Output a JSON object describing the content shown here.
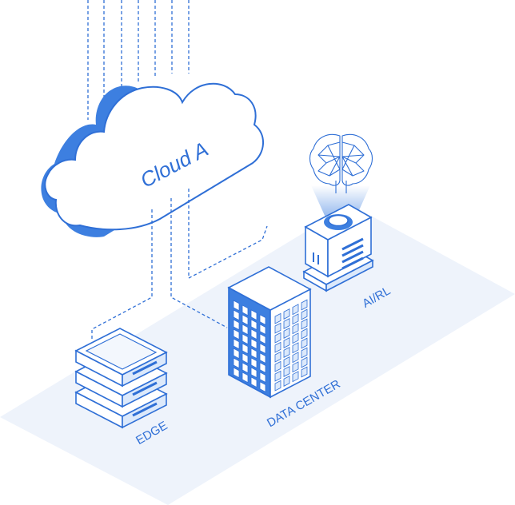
{
  "cloud": {
    "label": "Cloud A"
  },
  "nodes": {
    "edge": {
      "label": "EDGE"
    },
    "data_center": {
      "label": "DATA CENTER"
    },
    "ai": {
      "label": "AI/RL"
    }
  },
  "colors": {
    "accent": "#3d7fe0",
    "accent_light": "#dce9fb",
    "outline": "#2f6fd6",
    "floor": "#eef3fb",
    "white": "#ffffff"
  }
}
